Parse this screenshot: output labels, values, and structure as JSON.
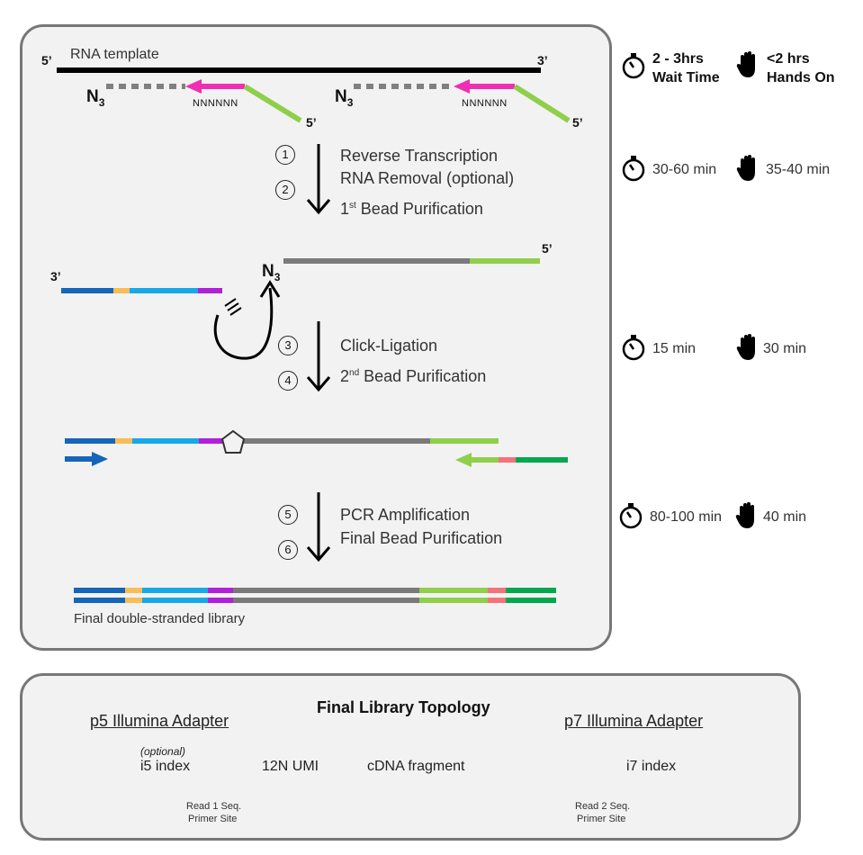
{
  "main_panel": {
    "template_label": "RNA template",
    "five_prime": "5’",
    "three_prime": "3’",
    "n3": "N",
    "n3_sub": "3",
    "random_primer": "NNNNNN",
    "steps": [
      {
        "num": "1",
        "text": "Reverse Transcription"
      },
      {
        "num": "2",
        "text": "RNA Removal (optional)"
      },
      {
        "num": "",
        "text": "1",
        "sup": "st",
        "rest": " Bead Purification"
      },
      {
        "num": "3",
        "text": "Click-Ligation"
      },
      {
        "num": "4",
        "text": "2",
        "sup": "nd",
        "rest": " Bead Purification"
      },
      {
        "num": "5",
        "text": "PCR Amplification"
      },
      {
        "num": "6",
        "text": "Final Bead Purification"
      }
    ],
    "final_label": "Final double-stranded library"
  },
  "timings": {
    "header": {
      "wait": "2 - 3hrs",
      "wait_label": "Wait Time",
      "hands": "<2 hrs",
      "hands_label": "Hands On"
    },
    "rows": [
      {
        "wait": "30-60 min",
        "hands": "35-40 min"
      },
      {
        "wait": "15 min",
        "hands": "30 min"
      },
      {
        "wait": "80-100 min",
        "hands": "40 min"
      }
    ]
  },
  "topology": {
    "title": "Final Library Topology",
    "p5": "p5 Illumina Adapter",
    "p7": "p7 Illumina Adapter",
    "optional": "(optional)",
    "i5": "i5 index",
    "umi": "12N UMI",
    "cdna": "cDNA fragment",
    "i7": "i7 index",
    "read1": [
      "Read 1 Seq.",
      "Primer Site"
    ],
    "read2": [
      "Read 2 Seq.",
      "Primer Site"
    ]
  },
  "colors": {
    "p5_dark_blue": "#1565b8",
    "orange": "#f7bd57",
    "light_blue": "#17a9e6",
    "purple": "#b21fd9",
    "gray": "#7a7a7a",
    "light_green": "#8fcf4a",
    "salmon": "#f3737b",
    "green": "#00a84e",
    "magenta": "#ee2fb4"
  },
  "icons": [
    "stopwatch-icon",
    "hand-icon"
  ]
}
